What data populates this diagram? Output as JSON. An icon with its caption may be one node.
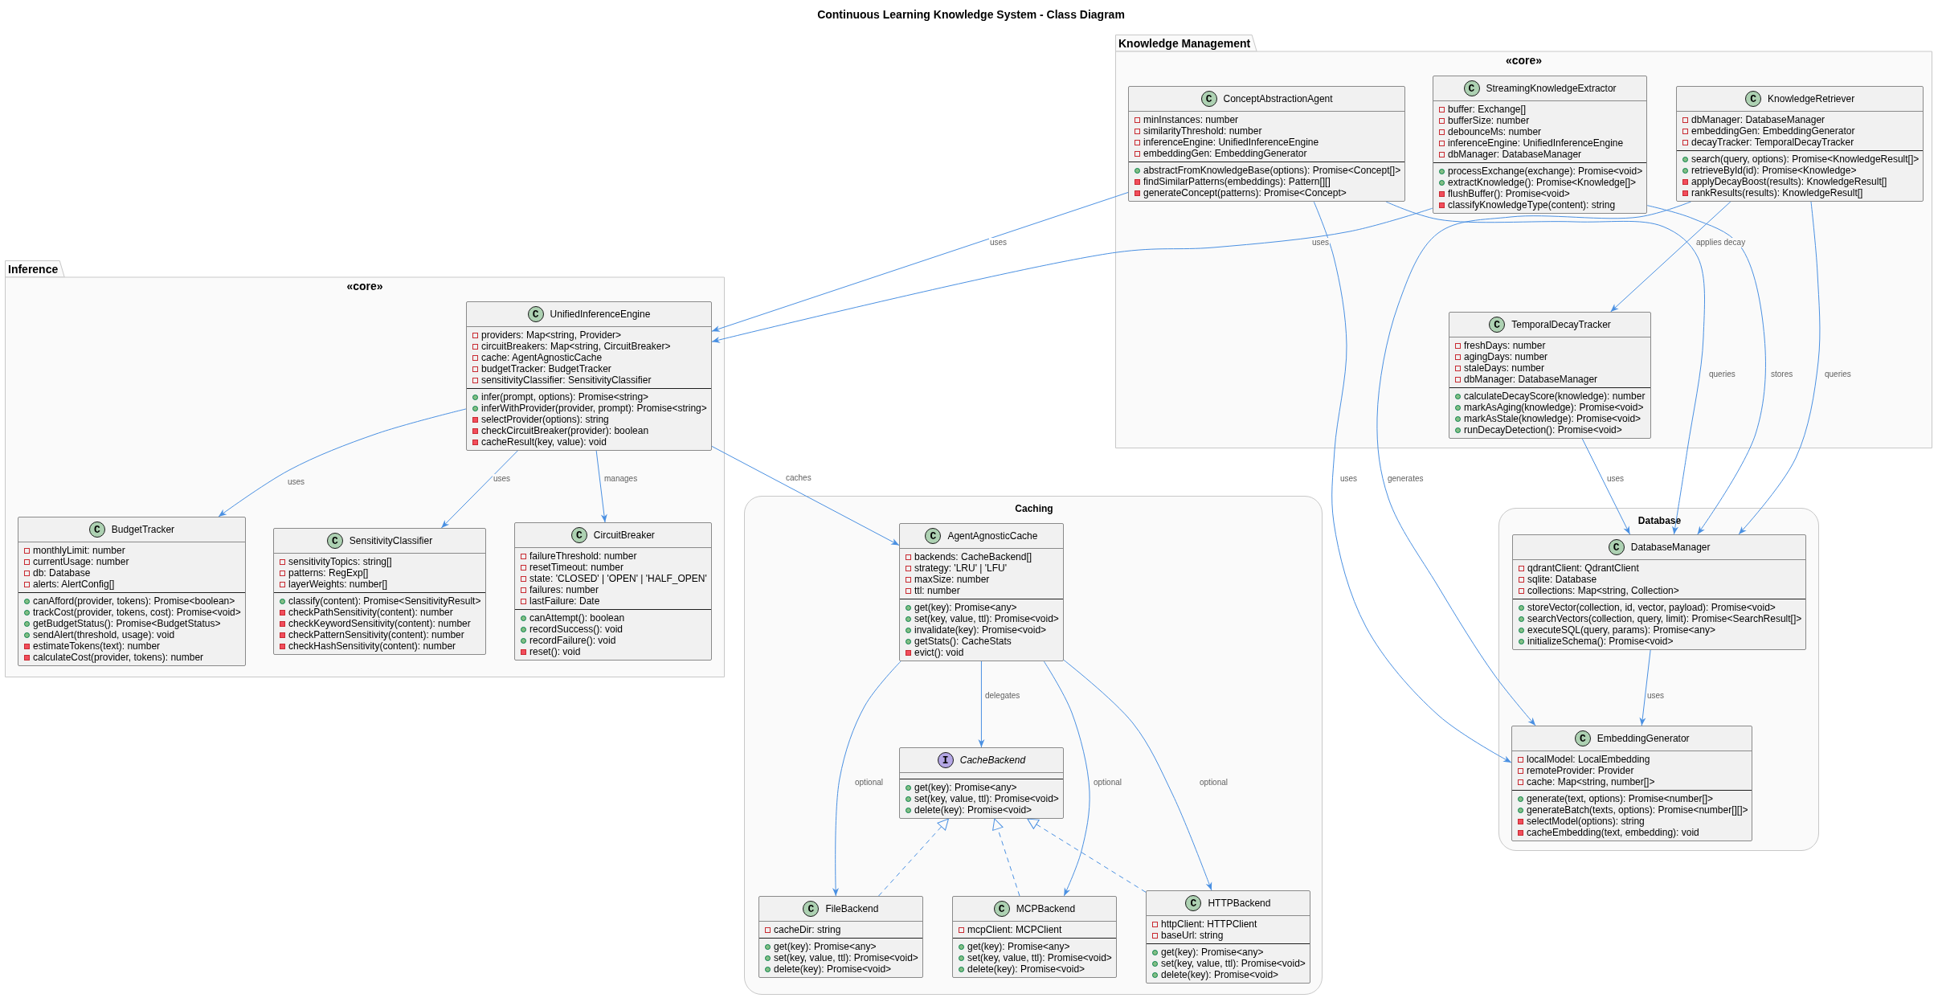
{
  "diagram": {
    "title": "Continuous Learning Knowledge System - Class Diagram",
    "nodes": [
      {
        "text": [
          "Knowledge Management",
          "«core»"
        ]
      },
      {
        "text": [
          "C",
          "ConceptAbstractionAgent",
          "minInstances: number",
          "similarityThreshold: number",
          "inferenceEngine: UnifiedInferenceEngine",
          "embeddingGen: EmbeddingGenerator",
          "abstractFromKnowledgeBase(options): Promise<Concept[]>",
          "findSimilarPatterns(embeddings): Pattern[][]",
          "generateConcept(patterns): Promise<Concept>"
        ],
        "in": 0
      },
      {
        "text": [
          "C",
          "StreamingKnowledgeExtractor",
          "buffer: Exchange[]",
          "bufferSize: number",
          "debounceMs: number",
          "inferenceEngine: UnifiedInferenceEngine",
          "dbManager: DatabaseManager",
          "processExchange(exchange): Promise<void>",
          "extractKnowledge(): Promise<Knowledge[]>",
          "flushBuffer(): Promise<void>",
          "classifyKnowledgeType(content): string"
        ],
        "in": 0
      },
      {
        "text": [
          "C",
          "KnowledgeRetriever",
          "dbManager: DatabaseManager",
          "embeddingGen: EmbeddingGenerator",
          "decayTracker: TemporalDecayTracker",
          "search(query, options): Promise<KnowledgeResult[]>",
          "retrieveById(id): Promise<Knowledge>",
          "applyDecayBoost(results): KnowledgeResult[]",
          "rankResults(results): KnowledgeResult[]"
        ],
        "in": 0
      },
      {
        "text": [
          "C",
          "TemporalDecayTracker",
          "freshDays: number",
          "agingDays: number",
          "staleDays: number",
          "dbManager: DatabaseManager",
          "calculateDecayScore(knowledge): number",
          "markAsAging(knowledge): Promise<void>",
          "markAsStale(knowledge): Promise<void>",
          "runDecayDetection(): Promise<void>"
        ],
        "in": 0
      },
      {
        "text": [
          "Inference",
          "«core»"
        ]
      },
      {
        "text": [
          "C",
          "UnifiedInferenceEngine",
          "providers: Map<string, Provider>",
          "circuitBreakers: Map<string, CircuitBreaker>",
          "cache: AgentAgnosticCache",
          "budgetTracker: BudgetTracker",
          "sensitivityClassifier: SensitivityClassifier",
          "infer(prompt, options): Promise<string>",
          "inferWithProvider(provider, prompt): Promise<string>",
          "selectProvider(options): string",
          "checkCircuitBreaker(provider): boolean",
          "cacheResult(key, value): void"
        ],
        "in": 5
      },
      {
        "text": [
          "C",
          "BudgetTracker",
          "monthlyLimit: number",
          "currentUsage: number",
          "db: Database",
          "alerts: AlertConfig[]",
          "canAfford(provider, tokens): Promise<boolean>",
          "trackCost(provider, tokens, cost): Promise<void>",
          "getBudgetStatus(): Promise<BudgetStatus>",
          "sendAlert(threshold, usage): void",
          "estimateTokens(text): number",
          "calculateCost(provider, tokens): number"
        ],
        "in": 5
      },
      {
        "text": [
          "C",
          "SensitivityClassifier",
          "sensitivityTopics: string[]",
          "patterns: RegExp[]",
          "layerWeights: number[]",
          "classify(content): Promise<SensitivityResult>",
          "checkPathSensitivity(content): number",
          "checkKeywordSensitivity(content): number",
          "checkPatternSensitivity(content): number",
          "checkHashSensitivity(content): number"
        ],
        "in": 5
      },
      {
        "text": [
          "C",
          "CircuitBreaker",
          "failureThreshold: number",
          "resetTimeout: number",
          "state: 'CLOSED' | 'OPEN' | 'HALF_OPEN'",
          "failures: number",
          "lastFailure: Date",
          "canAttempt(): boolean",
          "recordSuccess(): void",
          "recordFailure(): void",
          "reset(): void"
        ],
        "in": 5
      },
      {
        "text": [
          "Caching"
        ]
      },
      {
        "text": [
          "C",
          "AgentAgnosticCache",
          "backends: CacheBackend[]",
          "strategy: 'LRU' | 'LFU'",
          "maxSize: number",
          "ttl: number",
          "get(key): Promise<any>",
          "set(key, value, ttl): Promise<void>",
          "invalidate(key): Promise<void>",
          "getStats(): CacheStats",
          "evict(): void"
        ],
        "in": 10
      },
      {
        "text": [
          "I",
          "CacheBackend",
          "get(key): Promise<any>",
          "set(key, value, ttl): Promise<void>",
          "delete(key): Promise<void>"
        ],
        "in": 10
      },
      {
        "text": [
          "C",
          "FileBackend",
          "cacheDir: string",
          "get(key): Promise<any>",
          "set(key, value, ttl): Promise<void>",
          "delete(key): Promise<void>"
        ],
        "in": 10
      },
      {
        "text": [
          "C",
          "MCPBackend",
          "mcpClient: MCPClient",
          "get(key): Promise<any>",
          "set(key, value, ttl): Promise<void>",
          "delete(key): Promise<void>"
        ],
        "in": 10
      },
      {
        "text": [
          "C",
          "HTTPBackend",
          "httpClient: HTTPClient",
          "baseUrl: string",
          "get(key): Promise<any>",
          "set(key, value, ttl): Promise<void>",
          "delete(key): Promise<void>"
        ],
        "in": 10
      },
      {
        "text": [
          "Database"
        ]
      },
      {
        "text": [
          "C",
          "DatabaseManager",
          "qdrantClient: QdrantClient",
          "sqlite: Database",
          "collections: Map<string, Collection>",
          "storeVector(collection, id, vector, payload): Promise<void>",
          "searchVectors(collection, query, limit): Promise<SearchResult[]>",
          "executeSQL(query, params): Promise<any>",
          "initializeSchema(): Promise<void>"
        ],
        "in": 16
      },
      {
        "text": [
          "C",
          "EmbeddingGenerator",
          "localModel: LocalEmbedding",
          "remoteProvider: Provider",
          "cache: Map<string, number[]>",
          "generate(text, options): Promise<number[]>",
          "generateBatch(texts, options): Promise<number[][]>",
          "selectModel(options): string",
          "cacheEmbedding(text, embedding): void"
        ],
        "in": 16
      }
    ],
    "edges": [
      {
        "from": 1,
        "to": 6,
        "arrow": "to",
        "label": "uses"
      },
      {
        "from": 2,
        "to": 6,
        "arrow": "to",
        "label": "uses"
      },
      {
        "from": 3,
        "to": 4,
        "arrow": "to",
        "label": "applies decay"
      },
      {
        "from": 1,
        "to": 17,
        "arrow": "to",
        "label": "queries"
      },
      {
        "from": 2,
        "to": 17,
        "arrow": "to",
        "label": "stores"
      },
      {
        "from": 3,
        "to": 17,
        "arrow": "to",
        "label": "queries"
      },
      {
        "from": 1,
        "to": 18,
        "arrow": "to",
        "label": "uses"
      },
      {
        "from": 3,
        "to": 18,
        "arrow": "to",
        "label": "generates"
      },
      {
        "from": 4,
        "to": 17,
        "arrow": "to",
        "label": "uses"
      },
      {
        "from": 17,
        "to": 18,
        "arrow": "to",
        "label": "uses"
      },
      {
        "from": 6,
        "to": 7,
        "arrow": "to",
        "label": "uses"
      },
      {
        "from": 6,
        "to": 8,
        "arrow": "to",
        "label": "uses"
      },
      {
        "from": 6,
        "to": 9,
        "arrow": "to",
        "label": "manages"
      },
      {
        "from": 6,
        "to": 11,
        "arrow": "to",
        "label": "caches"
      },
      {
        "from": 11,
        "to": 12,
        "arrow": "to",
        "label": "delegates"
      },
      {
        "from": 11,
        "to": 13,
        "arrow": "to",
        "label": "optional"
      },
      {
        "from": 11,
        "to": 14,
        "arrow": "to",
        "label": "optional"
      },
      {
        "from": 11,
        "to": 15,
        "arrow": "to",
        "label": "optional"
      },
      {
        "from": 13,
        "to": 12,
        "arrow": "to",
        "style": "dashed"
      },
      {
        "from": 14,
        "to": 12,
        "arrow": "to",
        "style": "dashed"
      },
      {
        "from": 15,
        "to": 12,
        "arrow": "to",
        "style": "dashed"
      }
    ]
  }
}
